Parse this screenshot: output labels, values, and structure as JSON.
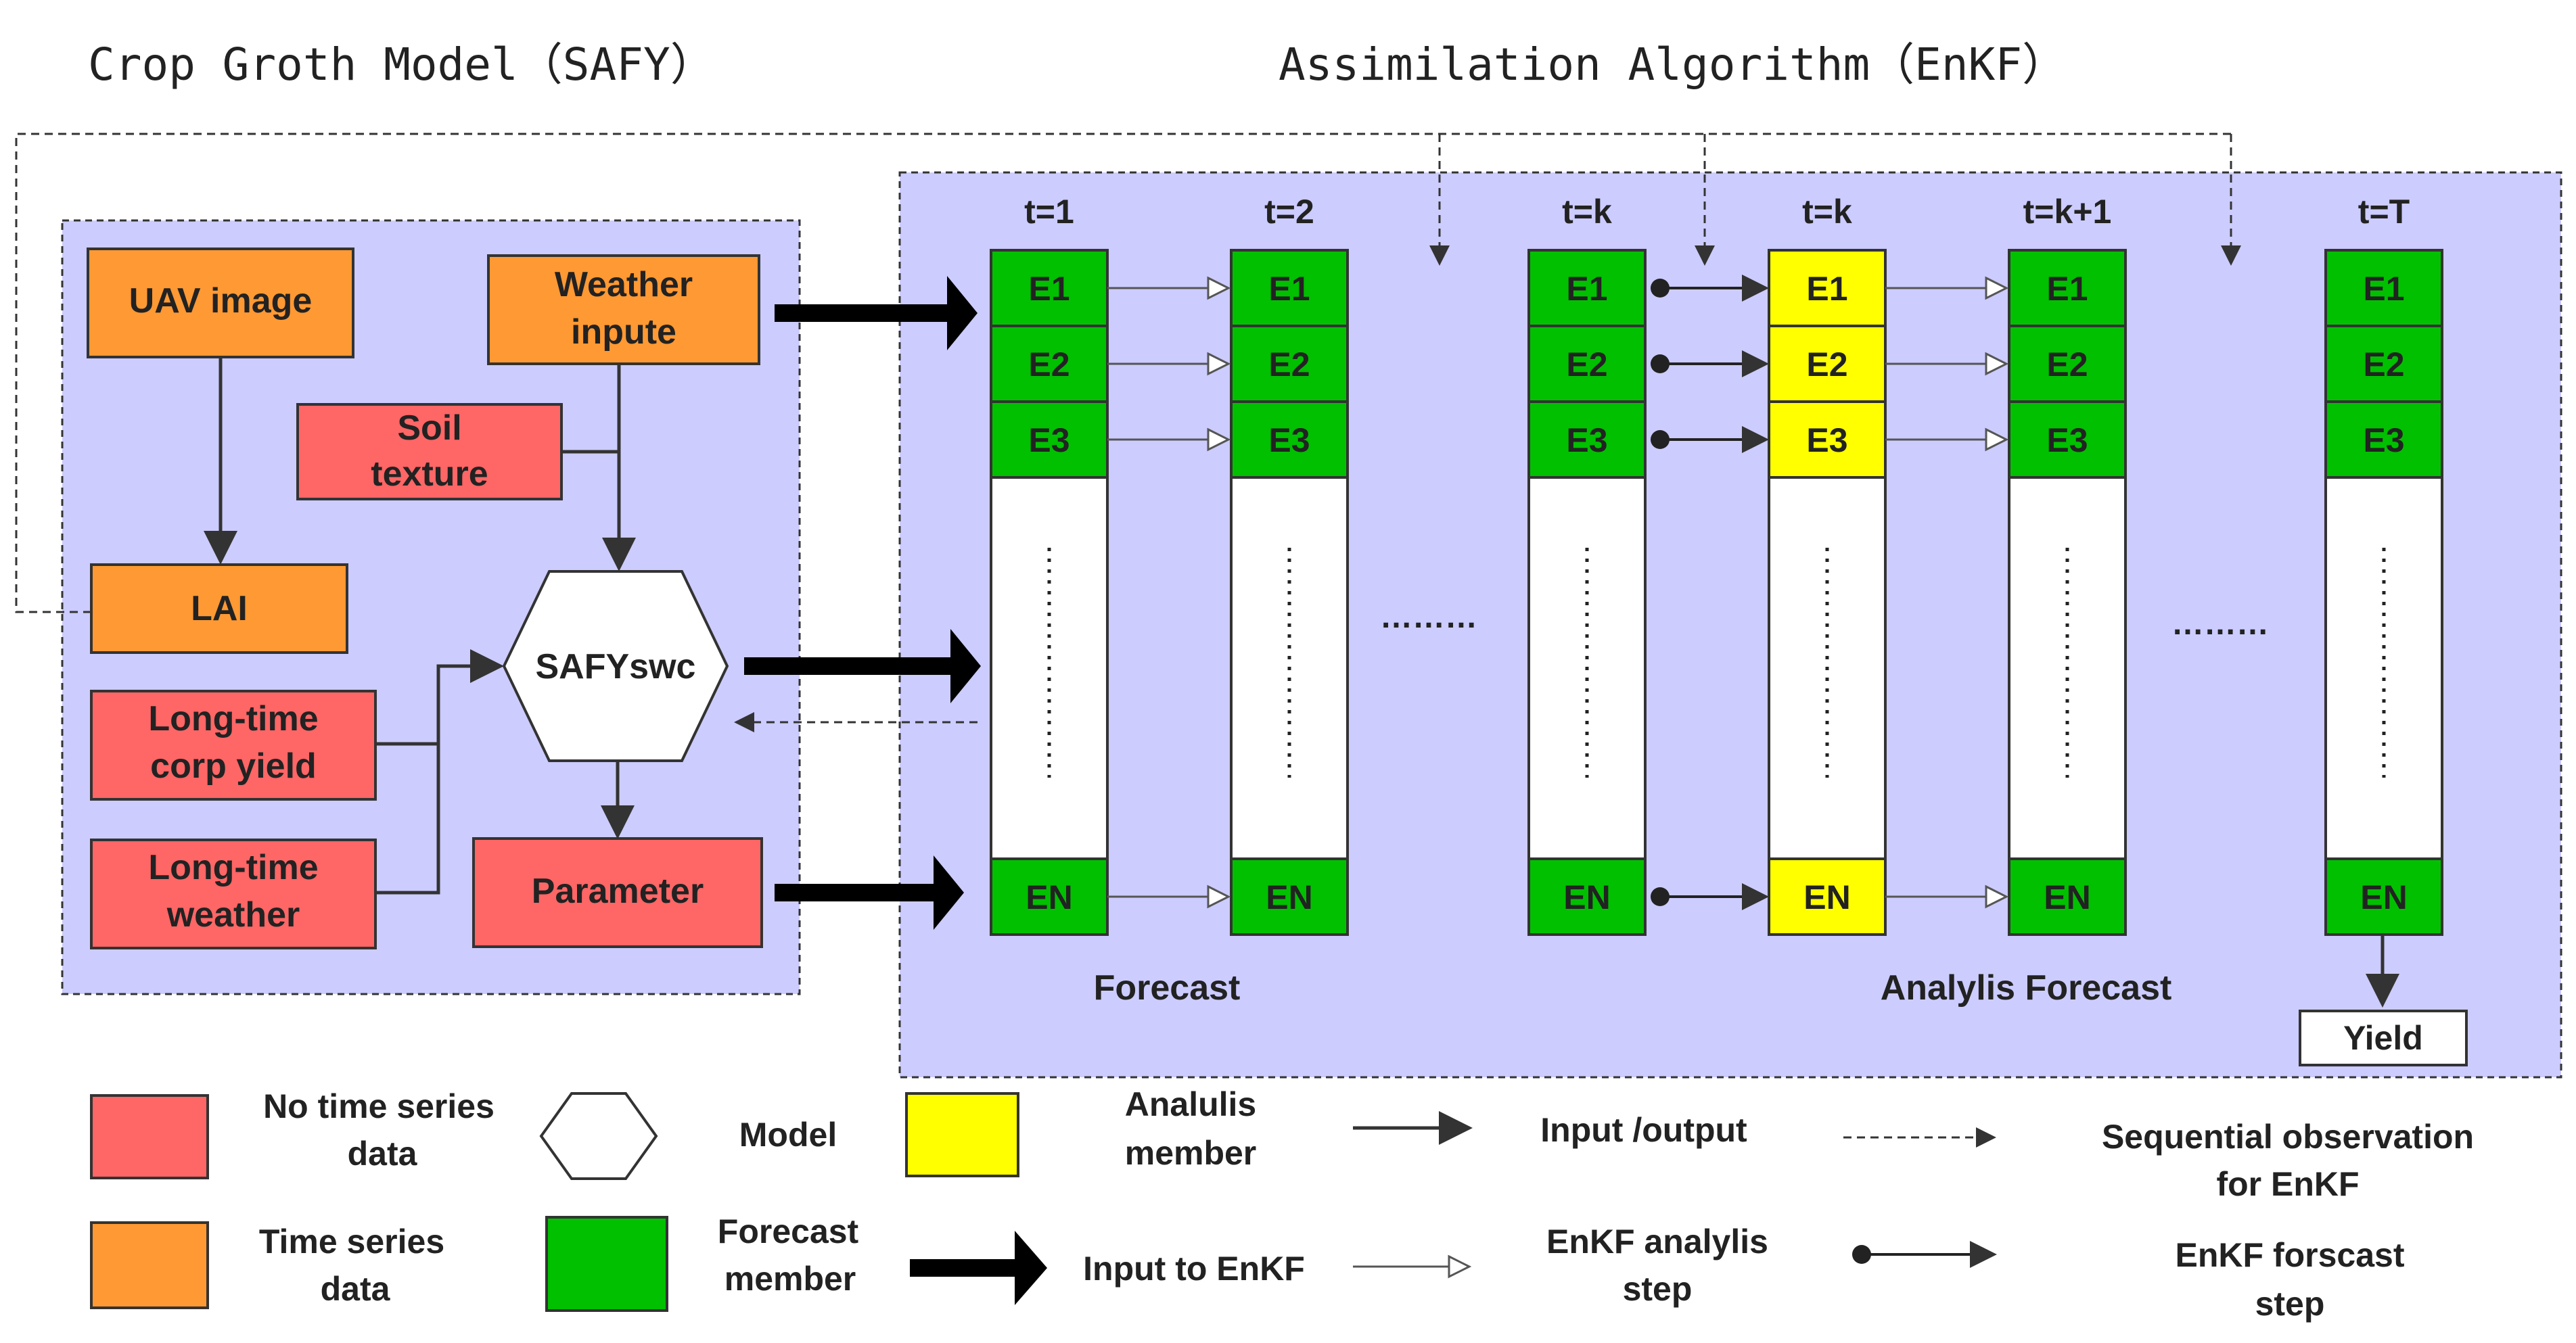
{
  "titles": {
    "left": "Crop Groth Model（SAFY）",
    "right": "Assimilation Algorithm（EnKF）"
  },
  "model_boxes": {
    "uav_image": "UAV image",
    "weather_input": [
      "Weather",
      "inpute"
    ],
    "soil_texture": [
      "Soil",
      "texture"
    ],
    "lai": "LAI",
    "safy": "SAFYswc",
    "long_time_yield": [
      "Long-time",
      "corp yield"
    ],
    "long_time_weather": [
      "Long-time",
      "weather"
    ],
    "parameter": "Parameter"
  },
  "columns": [
    {
      "time": "t=1",
      "kind": "forecast",
      "members": [
        "E1",
        "E2",
        "E3",
        "EN"
      ]
    },
    {
      "time": "t=2",
      "kind": "forecast",
      "members": [
        "E1",
        "E2",
        "E3",
        "EN"
      ]
    },
    {
      "time": "t=k",
      "kind": "forecast",
      "members": [
        "E1",
        "E2",
        "E3",
        "EN"
      ]
    },
    {
      "time": "t=k",
      "kind": "analysis",
      "members": [
        "E1",
        "E2",
        "E3",
        "EN"
      ]
    },
    {
      "time": "t=k+1",
      "kind": "forecast",
      "members": [
        "E1",
        "E2",
        "E3",
        "EN"
      ]
    },
    {
      "time": "t=T",
      "kind": "forecast",
      "members": [
        "E1",
        "E2",
        "E3",
        "EN"
      ]
    }
  ],
  "ellipsis": "………",
  "phase_labels": {
    "forecast": "Forecast",
    "analysis_forecast": "Analylis Forecast"
  },
  "output": "Yield",
  "legend": {
    "no_time_series": [
      "No time series",
      "data"
    ],
    "time_series": [
      "Time series",
      "data"
    ],
    "model": "Model",
    "forecast_member": [
      "Forecast",
      "member"
    ],
    "analysis_member": [
      "Analulis",
      "member"
    ],
    "input_output": "Input /output",
    "input_to_enkf": "Input to EnKF",
    "sequential_obs": [
      "Sequential observation",
      "for EnKF"
    ],
    "enkf_analysis_step": [
      "EnKF analylis",
      "step"
    ],
    "enkf_forecast_step": [
      "EnKF forscast",
      "step"
    ]
  },
  "colors": {
    "no_time_series": "#ff6666",
    "time_series": "#ff9933",
    "forecast_member": "#00c000",
    "analysis_member": "#ffff00",
    "panel": "#ccccff"
  }
}
